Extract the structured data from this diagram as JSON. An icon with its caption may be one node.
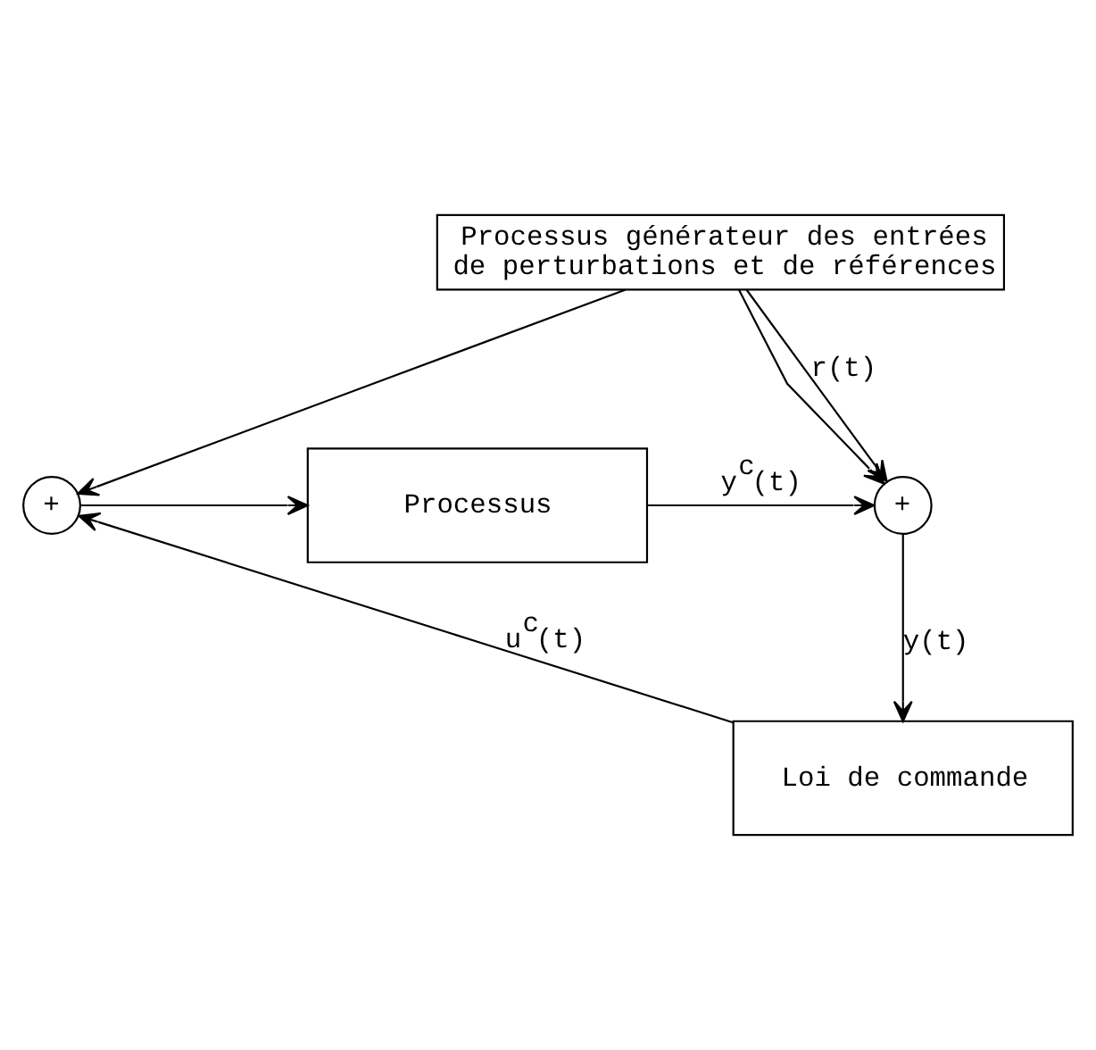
{
  "diagram": {
    "nodes": [
      {
        "text": [
          "Processus générateur des entrées de perturbations et de références"
        ]
      },
      {
        "text": [
          "+"
        ]
      },
      {
        "text": [
          "Processus"
        ]
      },
      {
        "text": [
          "+"
        ]
      },
      {
        "text": [
          "Loi de commande"
        ]
      }
    ],
    "edges": [
      {
        "from": 0,
        "to": 1,
        "arrow": "to"
      },
      {
        "from": 1,
        "to": 2,
        "arrow": "to"
      },
      {
        "from": 2,
        "to": 3,
        "arrow": "to",
        "label": "y$^{c}$(t)"
      },
      {
        "from": 0,
        "to": 3,
        "arrow": "to"
      },
      {
        "from": 0,
        "to": 3,
        "arrow": "to",
        "label": "r(t)"
      },
      {
        "from": 3,
        "to": 4,
        "arrow": "to",
        "label": "y(t)"
      },
      {
        "from": 4,
        "to": 1,
        "arrow": "to",
        "label": "u$^{c}$(t)"
      }
    ]
  }
}
